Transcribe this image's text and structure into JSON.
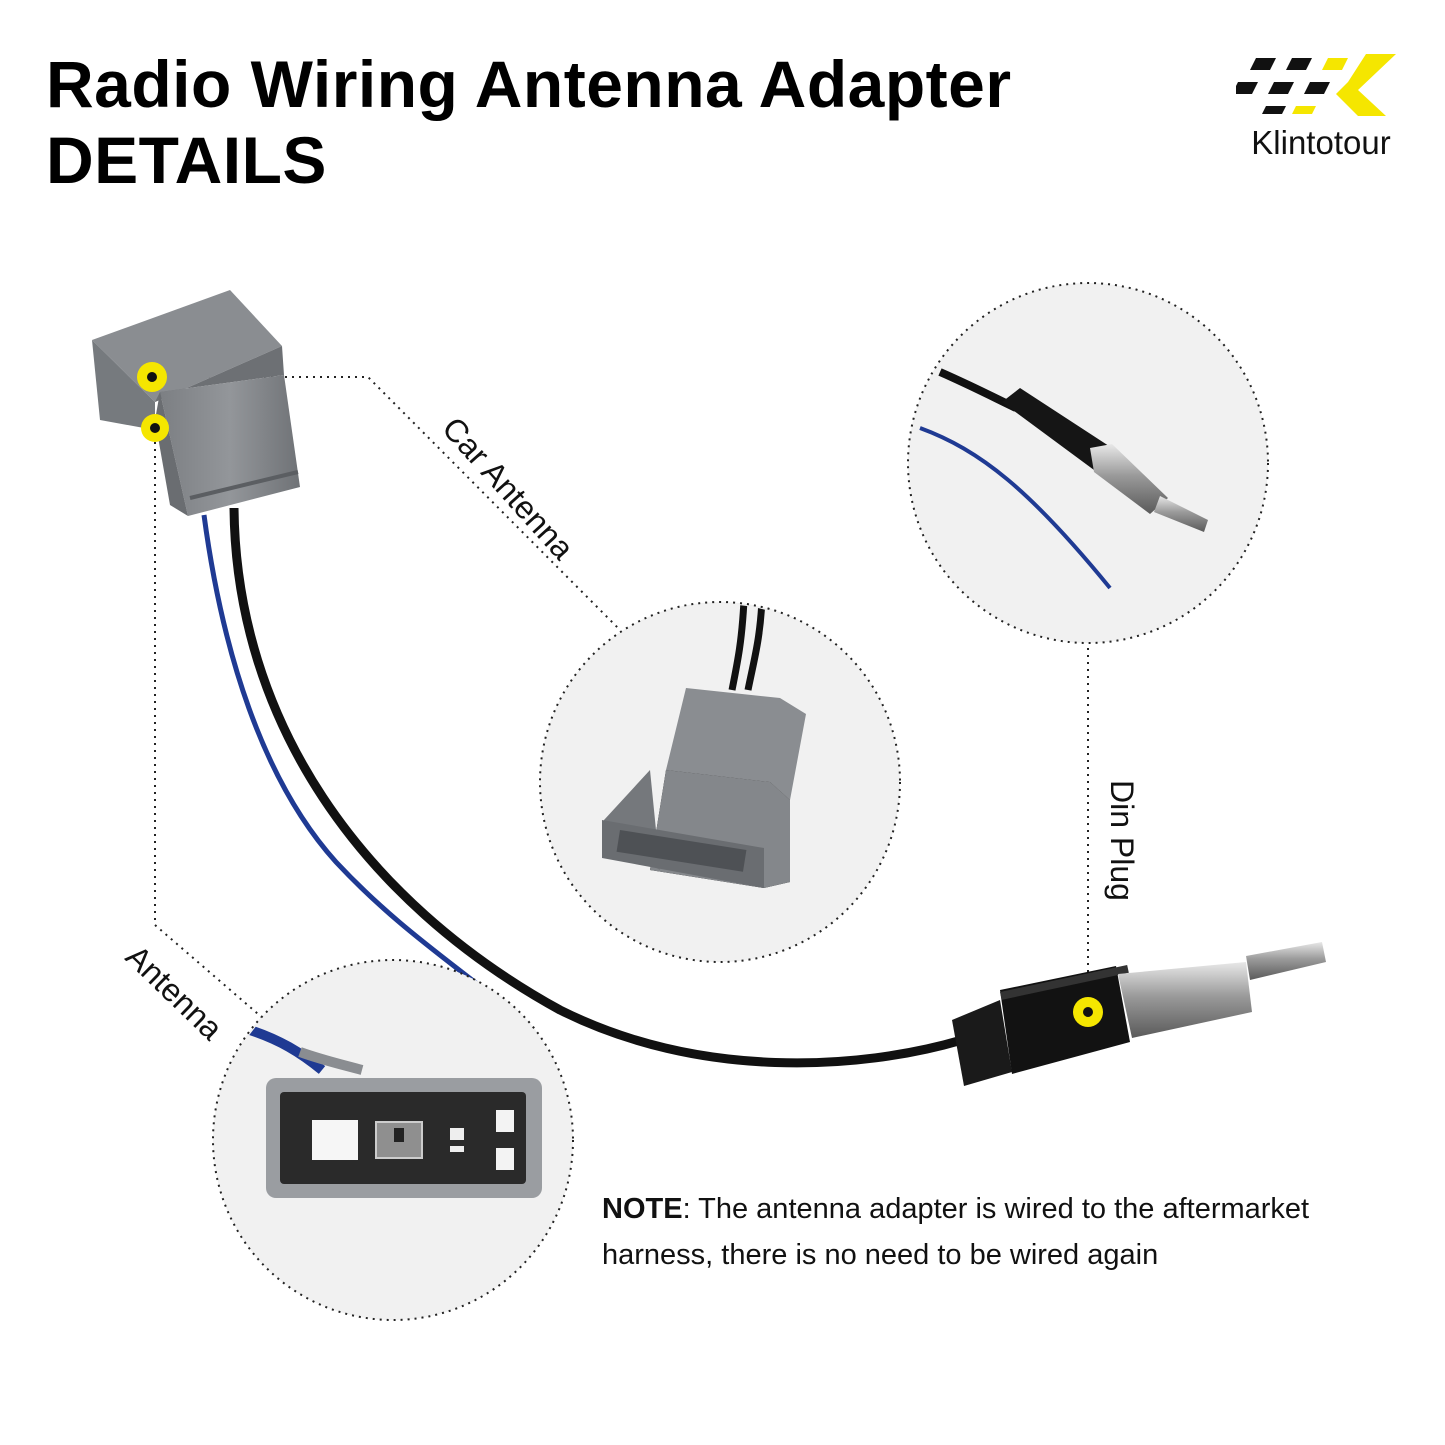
{
  "title": {
    "line1": "Radio Wiring Antenna Adapter",
    "line2": "DETAILS"
  },
  "brand": {
    "name": "Klintotour",
    "logo_icon": "checkered-k-logo-icon",
    "accent_color": "#f5e600"
  },
  "callouts": {
    "car_antenna": "Car Antenna",
    "antenna": "Antenna",
    "din_plug": "Din Plug"
  },
  "note": {
    "label": "NOTE",
    "text": ": The antenna adapter is wired to the aftermarket harness, there is no need to be wired again"
  },
  "colors": {
    "connector_gray": "#8a8d91",
    "wire_blue": "#1f3a93",
    "wire_black": "#111111",
    "marker_yellow": "#f5e600"
  }
}
